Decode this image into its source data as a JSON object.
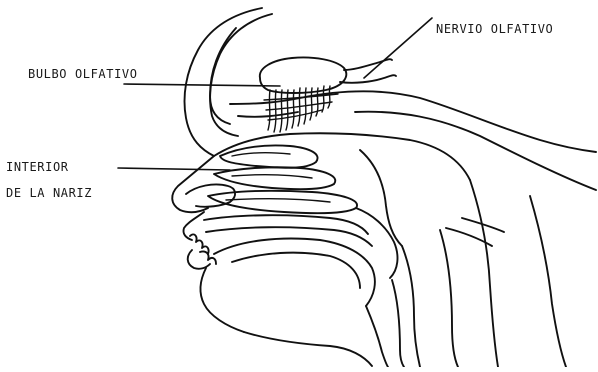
{
  "labels": {
    "nervio_olfativo": "NERVIO OLFATIVO",
    "bulbo_olfativo": "BULBO OLFATIVO",
    "interior_nariz_line1": "INTERIOR",
    "interior_nariz_line2": "DE LA NARIZ"
  }
}
